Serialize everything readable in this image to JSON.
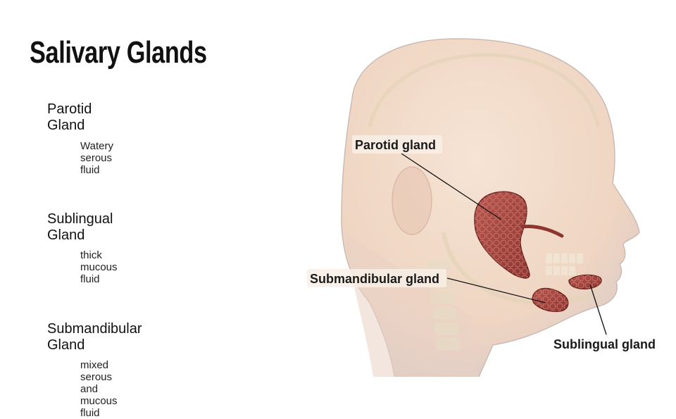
{
  "slide": {
    "title": "Salivary Glands"
  },
  "glands": [
    {
      "name": "Parotid Gland",
      "description": "Watery serous  fluid"
    },
    {
      "name": "Sublingual  Gland",
      "description": "thick mucous fluid"
    },
    {
      "name": "Submandibular  Gland",
      "description": "mixed serous and mucous fluid"
    }
  ],
  "illustration": {
    "labels": {
      "parotid": "Parotid gland",
      "submandibular": "Submandibular gland",
      "sublingual": "Sublingual gland"
    },
    "colors": {
      "skin": "#f2d9c7",
      "gland": "#a8453f",
      "bone": "#e8ddc4"
    }
  }
}
